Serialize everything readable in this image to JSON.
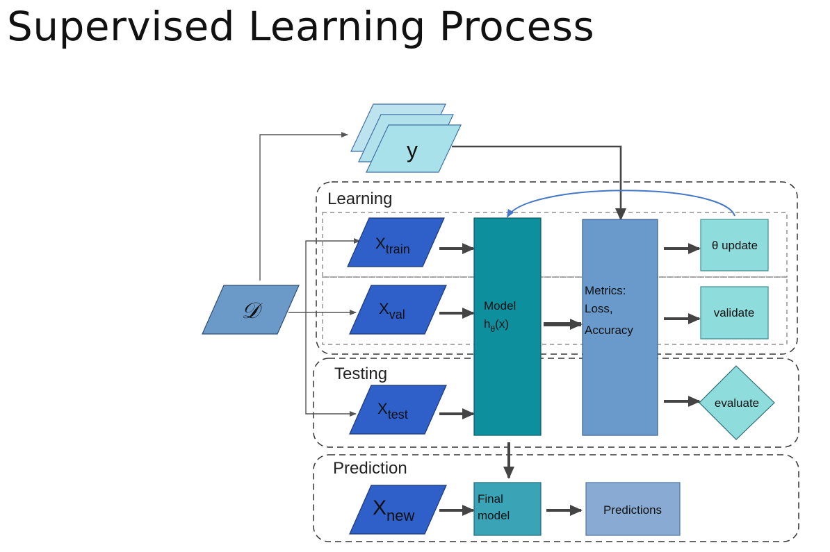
{
  "title": "Supervised Learning Process",
  "dataset": {
    "symbol": "𝒟"
  },
  "labels": {
    "text": "y"
  },
  "sections": {
    "learning": "Learning",
    "testing": "Testing",
    "prediction": "Prediction"
  },
  "inputs": {
    "train": {
      "base": "X",
      "sub": "train"
    },
    "val": {
      "base": "X",
      "sub": "val"
    },
    "test": {
      "base": "X",
      "sub": "test"
    },
    "new": {
      "base": "X",
      "sub": "new"
    }
  },
  "model": {
    "line1": "Model",
    "line2_base": "h",
    "line2_sub": "θ",
    "line2_rest": "(x)"
  },
  "metrics": {
    "line1": "Metrics:",
    "line2": "Loss,",
    "line3": "Accuracy"
  },
  "outputs": {
    "update": "θ update",
    "validate": "validate",
    "evaluate": "evaluate"
  },
  "final_model": {
    "line1": "Final",
    "line2": "model"
  },
  "predictions": "Predictions",
  "colors": {
    "input_blue": "#2f5fc9",
    "dataset_blue": "#6b9ac8",
    "model_teal": "#0e8f9d",
    "metrics_blue": "#6a9acb",
    "output_cyan": "#8fdcdd",
    "label_cyan": "#a9e1ea",
    "final_teal": "#3aa4b6",
    "predictions_blue": "#89abd3",
    "feedback_arrow": "#4577c7",
    "arrow_gray": "#444444"
  }
}
